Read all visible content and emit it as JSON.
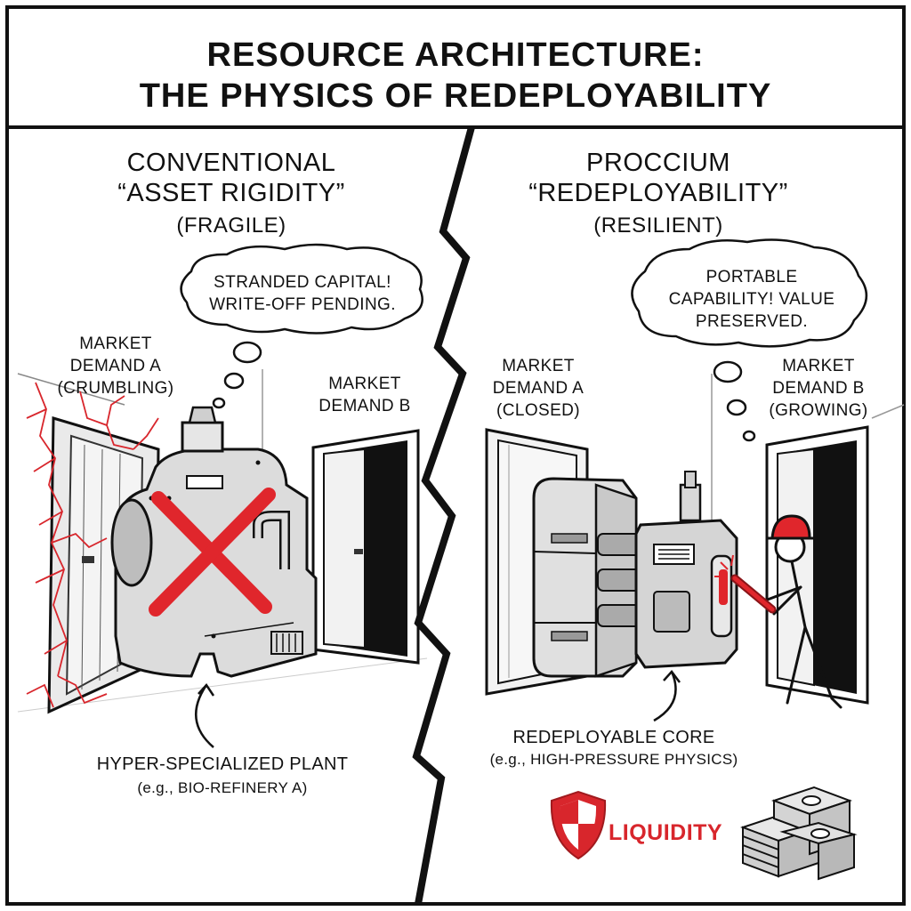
{
  "title": {
    "line1": "RESOURCE ARCHITECTURE:",
    "line2": "THE PHYSICS OF REDEPLOYABILITY"
  },
  "left_panel": {
    "heading_line1": "CONVENTIONAL",
    "heading_line2": "“ASSET RIGIDITY”",
    "subheading": "(FRAGILE)",
    "thought_line1": "STRANDED CAPITAL!",
    "thought_line2": "WRITE-OFF PENDING.",
    "door_a": {
      "line1": "MARKET",
      "line2": "DEMAND A",
      "line3": "(CRUMBLING)"
    },
    "door_b": {
      "line1": "MARKET",
      "line2": "DEMAND B"
    },
    "caption": "HYPER-SPECIALIZED PLANT",
    "caption_sub": "(e.g., BIO-REFINERY A)"
  },
  "right_panel": {
    "heading_line1": "PROCCIUM",
    "heading_line2": "“REDEPLOYABILITY”",
    "subheading": "(RESILIENT)",
    "thought_line1": "PORTABLE",
    "thought_line2": "CAPABILITY! VALUE",
    "thought_line3": "PRESERVED.",
    "door_a": {
      "line1": "MARKET",
      "line2": "DEMAND A",
      "line3": "(CLOSED)"
    },
    "door_b": {
      "line1": "MARKET",
      "line2": "DEMAND B",
      "line3": "(GROWING)"
    },
    "caption": "REDEPLOYABLE CORE",
    "caption_sub": "(e.g., HIGH-PRESSURE PHYSICS)",
    "badge_label": "LIQUIDITY"
  },
  "colors": {
    "accent_red": "#d8262c",
    "ink": "#111111",
    "metal": "#d9d9d9",
    "shadow": "#a8a8a8"
  },
  "icons": [
    "shield-icon",
    "cash-stack-icon",
    "red-x-icon",
    "hard-hat-icon",
    "pipe-icon"
  ]
}
